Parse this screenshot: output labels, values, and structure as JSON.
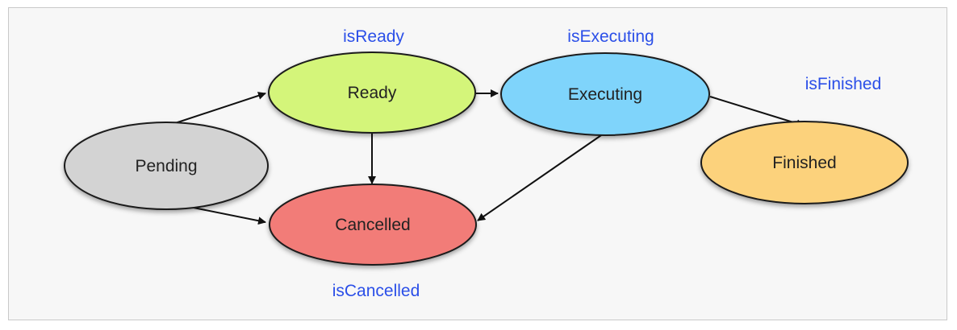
{
  "diagram": {
    "states": {
      "pending": "Pending",
      "ready": "Ready",
      "executing": "Executing",
      "finished": "Finished",
      "cancelled": "Cancelled"
    },
    "properties": {
      "is_ready": "isReady",
      "is_executing": "isExecuting",
      "is_finished": "isFinished",
      "is_cancelled": "isCancelled"
    },
    "colors": {
      "pending": "#d3d3d3",
      "ready": "#d4f57a",
      "executing": "#7fd4fb",
      "finished": "#fcd27c",
      "cancelled": "#f27b78",
      "property_label": "#2b4fe8"
    }
  }
}
